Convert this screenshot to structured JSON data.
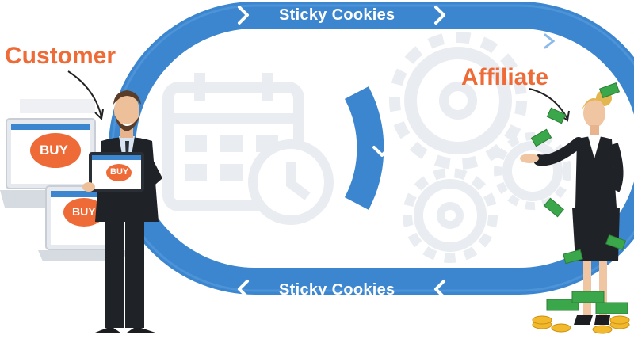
{
  "diagram": {
    "top_track_label": "Sticky Cookies",
    "bottom_track_label": "Sticky Cookies",
    "customer_label": "Customer",
    "affiliate_label": "Affiliate",
    "buy_label_1": "BUY",
    "buy_label_2": "BUY",
    "buy_label_3": "BUY"
  },
  "colors": {
    "track": "#3b86cf",
    "accent": "#ee6a36",
    "background_icons": "#e9ecf0",
    "suit": "#1f2327",
    "money": "#3aa84a",
    "coin": "#f1b92b"
  },
  "icons": [
    "calendar-clock-icon",
    "gear-icon",
    "chevron-right-icon",
    "chevron-left-icon",
    "chevron-down-icon"
  ]
}
